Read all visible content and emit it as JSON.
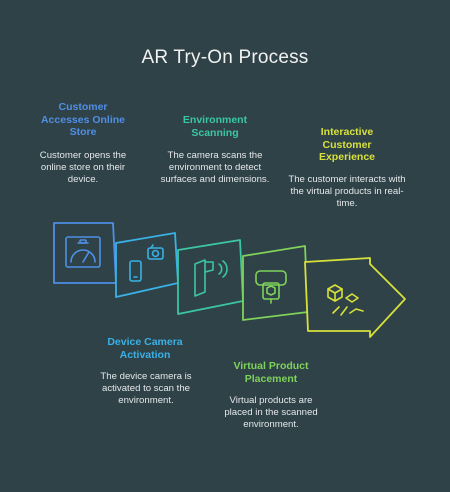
{
  "title": "AR Try-On Process",
  "colors": {
    "background": "#2f4248",
    "step1": "#4f8fe6",
    "step2": "#39b1e6",
    "step3": "#3cc6a3",
    "step4": "#7fd25a",
    "step5": "#d8e13b"
  },
  "steps": [
    {
      "heading": "Customer Accesses Online Store",
      "description": "Customer opens the online store on their device.",
      "icon": "store-monitor-icon"
    },
    {
      "heading": "Device Camera Activation",
      "description": "The device camera is activated to scan the environment.",
      "icon": "phone-camera-icon"
    },
    {
      "heading": "Environment Scanning",
      "description": "The camera scans the environment to detect surfaces and dimensions.",
      "icon": "scanner-icon"
    },
    {
      "heading": "Virtual Product Placement",
      "description": "Virtual products are placed in the scanned environment.",
      "icon": "vr-headset-box-icon"
    },
    {
      "heading": "Interactive Customer Experience",
      "description": "The customer interacts with the virtual products in real-time.",
      "icon": "hand-cube-icon"
    }
  ]
}
